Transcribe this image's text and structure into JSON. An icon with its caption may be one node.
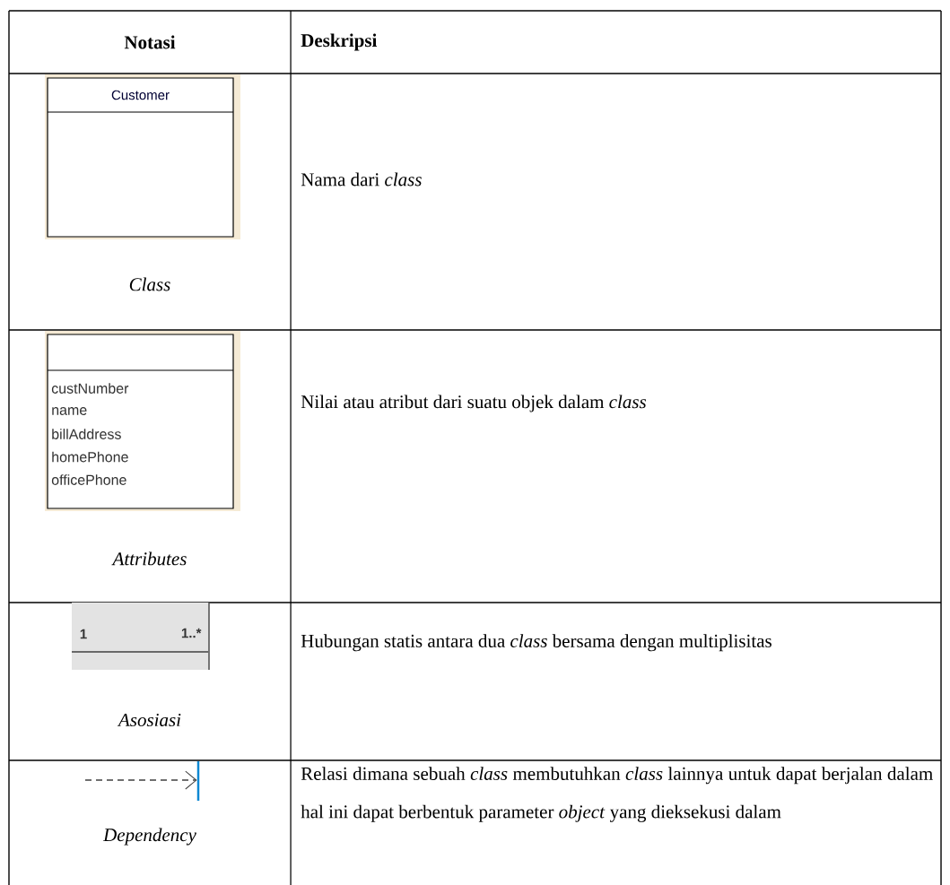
{
  "diagram": {
    "nodes": [
      {
        "text": [
          "Customer"
        ]
      },
      {
        "text": [
          "custNumber",
          "name",
          "billAddress",
          "homePhone",
          "officePhone"
        ]
      },
      {
        "text": [],
        "shape": "bar"
      },
      {
        "text": [],
        "shape": "bar"
      }
    ],
    "edges": [
      {
        "from": null,
        "to": 2,
        "arrow": "none"
      },
      {
        "from": null,
        "to": 3,
        "arrow": "to",
        "style": "dashed"
      }
    ],
    "labels": [
      "Notasi",
      "Deskripsi",
      "Class",
      "Nama dari *class*",
      "Attributes",
      "Nilai atau atribut dari suatu objek dalam *class*",
      "1",
      "1..*",
      "Asosiasi",
      "Hubungan statis antara dua *class* bersama dengan multiplisitas",
      "Dependency",
      "Relasi dimana sebuah *class* membutuhkan *class* lainnya untuk dapat berjalan dalam hal ini dapat berbentuk parameter *object* yang dieksekusi dalam"
    ]
  }
}
